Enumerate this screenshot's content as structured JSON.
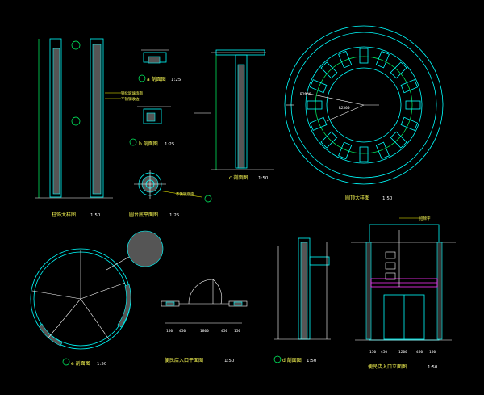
{
  "drawings": {
    "column_detail_title": "柱饰大样图",
    "column_detail_scale": "1:50",
    "section_a_title": "a 剖面图",
    "section_a_scale": "1:25",
    "section_b_title": "b 剖面图",
    "section_b_scale": "1:25",
    "base_plan_title": "圆台底平面图",
    "base_plan_scale": "1:25",
    "section_c_title": "c 剖面图",
    "section_c_scale": "1:50",
    "ceiling_title": "圆顶大样图",
    "ceiling_scale": "1:50",
    "section_e_title": "e 剖面图",
    "section_e_scale": "1:50",
    "entrance_plan_title": "便民店入口平面图",
    "entrance_plan_scale": "1:50",
    "section_d_title": "d 剖面图",
    "section_d_scale": "1:50",
    "entrance_elev_title": "便民店入口立面图",
    "entrance_elev_scale": "1:50"
  },
  "dimensions": {
    "radius_1": "R2950",
    "radius_2": "R2300",
    "plan_dims": [
      "150",
      "450",
      "1800",
      "450",
      "150"
    ],
    "elev_dims": [
      "150",
      "450",
      "1200",
      "450",
      "150"
    ]
  },
  "colors": {
    "background": "#000000",
    "linework": "#00ffff",
    "annotation": "#ffff55",
    "accent": "#ff33ff"
  }
}
